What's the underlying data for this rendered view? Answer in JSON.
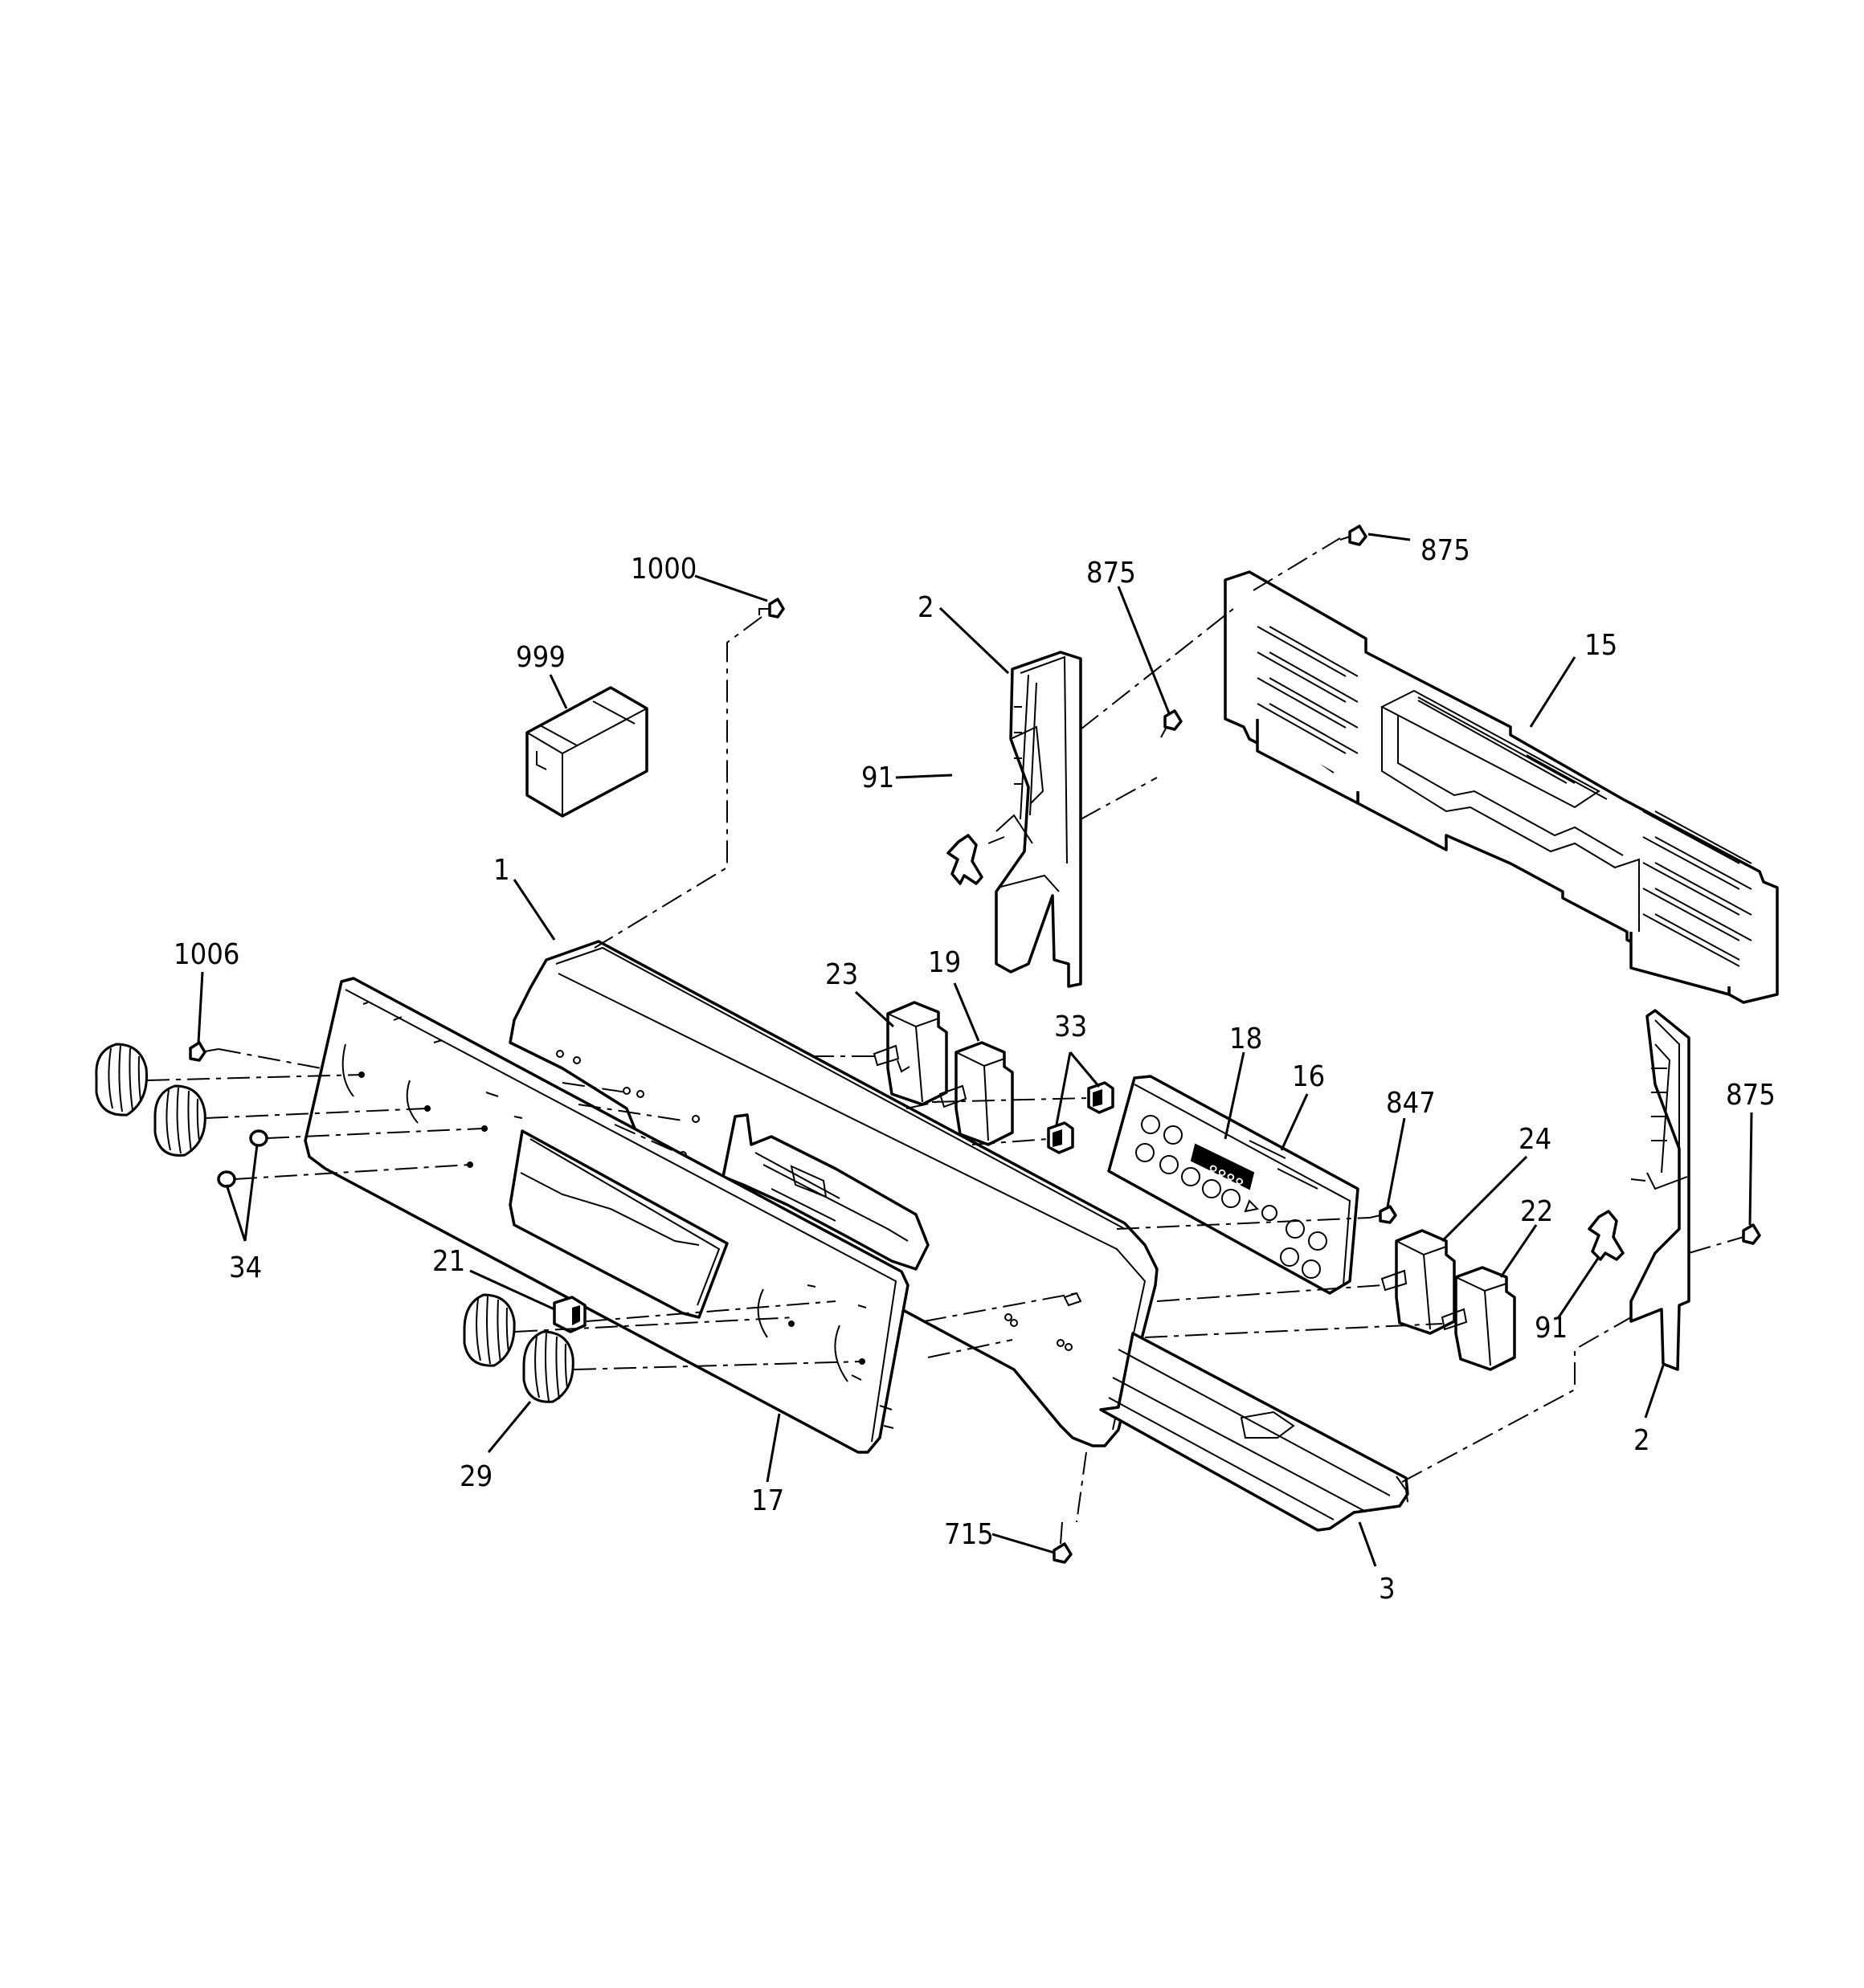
{
  "diagram": {
    "callouts": {
      "c1000": "1000",
      "c999": "999",
      "c2_top": "2",
      "c875_mid": "875",
      "c875_top": "875",
      "c15": "15",
      "c91_left": "91",
      "c1": "1",
      "c1006": "1006",
      "c23": "23",
      "c19": "19",
      "c33": "33",
      "c18": "18",
      "c16": "16",
      "c847": "847",
      "c24": "24",
      "c22": "22",
      "c875_right": "875",
      "c91_right": "91",
      "c2_bottom": "2",
      "c34": "34",
      "c21": "21",
      "c29": "29",
      "c17": "17",
      "c715": "715",
      "c3": "3"
    },
    "display_digits": "8888"
  }
}
